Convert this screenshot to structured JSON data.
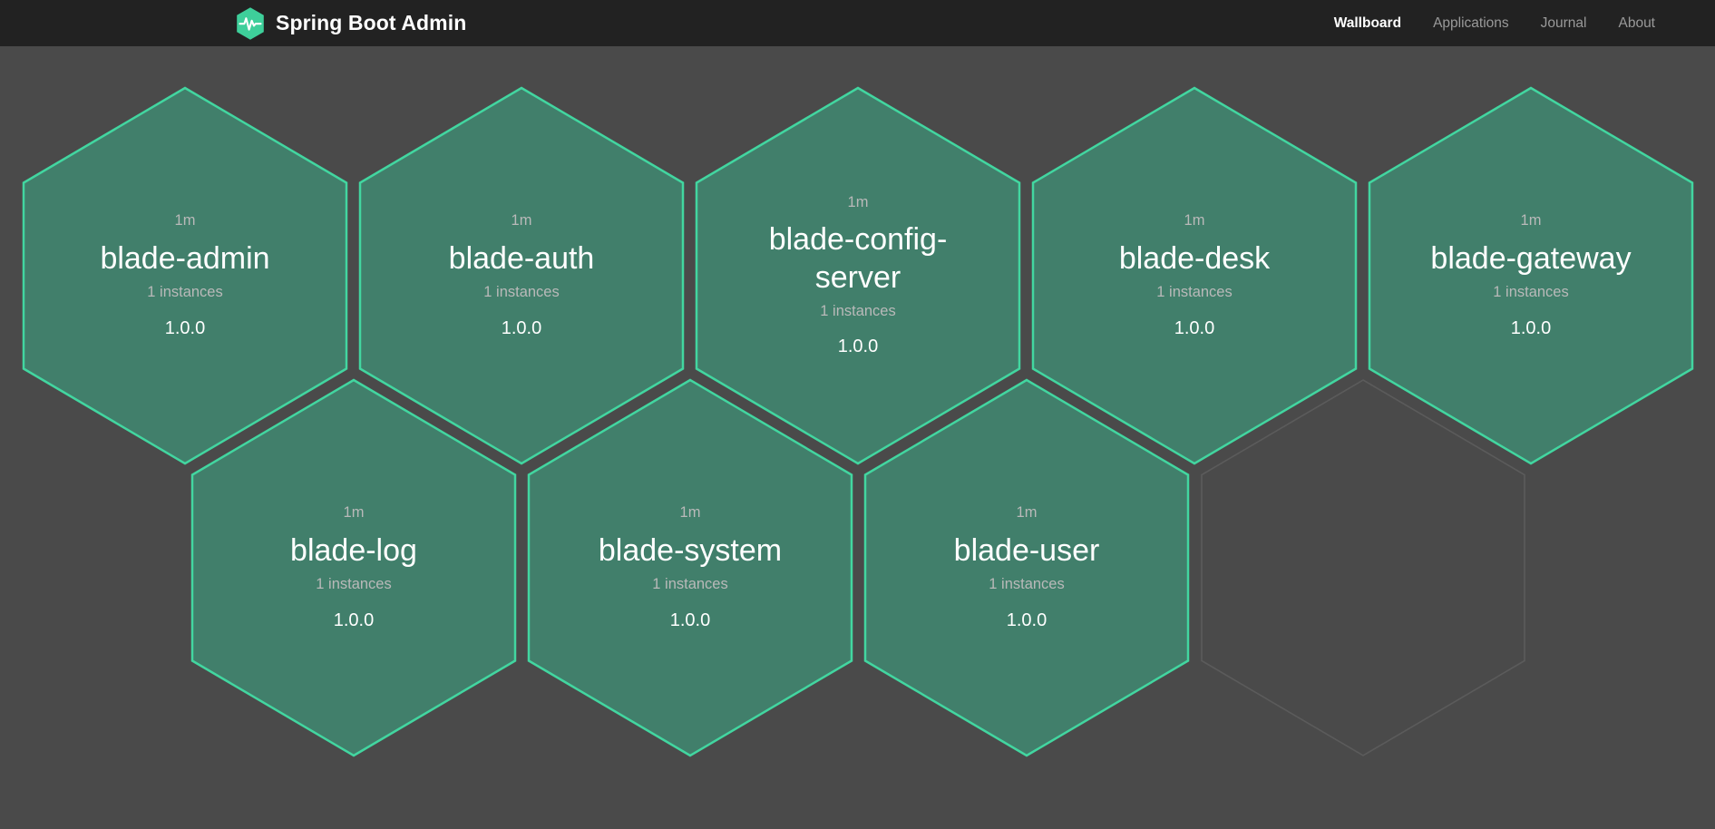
{
  "header": {
    "logo_icon": "heartbeat-hexagon-icon",
    "brand_title": "Spring Boot Admin",
    "nav": [
      {
        "label": "Wallboard",
        "active": true
      },
      {
        "label": "Applications",
        "active": false
      },
      {
        "label": "Journal",
        "active": false
      },
      {
        "label": "About",
        "active": false
      }
    ]
  },
  "colors": {
    "header_bg": "#222222",
    "page_bg": "#4a4a4a",
    "hex_fill": "#417f6b",
    "hex_border": "#42d6a0",
    "empty_hex_border": "#5b5b5b",
    "muted_text": "#b9b9b9",
    "primary_text": "#ffffff"
  },
  "wallboard": {
    "applications": [
      {
        "status": "1m",
        "name": "blade-admin",
        "instances": "1 instances",
        "version": "1.0.0"
      },
      {
        "status": "1m",
        "name": "blade-auth",
        "instances": "1 instances",
        "version": "1.0.0"
      },
      {
        "status": "1m",
        "name": "blade-config-server",
        "instances": "1 instances",
        "version": "1.0.0"
      },
      {
        "status": "1m",
        "name": "blade-desk",
        "instances": "1 instances",
        "version": "1.0.0"
      },
      {
        "status": "1m",
        "name": "blade-gateway",
        "instances": "1 instances",
        "version": "1.0.0"
      },
      {
        "status": "1m",
        "name": "blade-log",
        "instances": "1 instances",
        "version": "1.0.0"
      },
      {
        "status": "1m",
        "name": "blade-system",
        "instances": "1 instances",
        "version": "1.0.0"
      },
      {
        "status": "1m",
        "name": "blade-user",
        "instances": "1 instances",
        "version": "1.0.0"
      }
    ]
  }
}
